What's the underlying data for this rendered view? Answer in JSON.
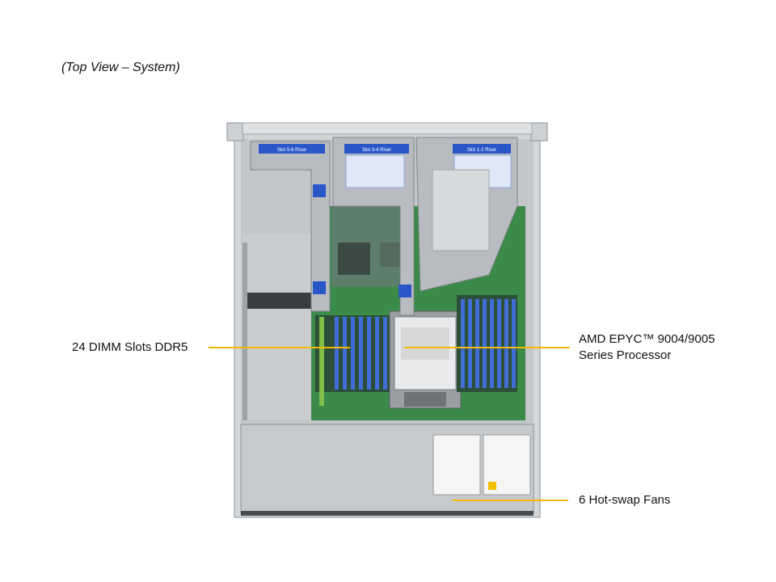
{
  "caption": "(Top View – System)",
  "callouts": {
    "dimm": "24 DIMM Slots DDR5",
    "cpu_line1": "AMD EPYC™ 9004/9005",
    "cpu_line2": "Series Processor",
    "fans": "6 Hot-swap Fans"
  },
  "riser_labels": {
    "left": "Slot 5-6 Riser",
    "middle": "Slot 3-4 Riser",
    "right": "Slot 1-2 Riser"
  },
  "colors": {
    "leader": "#f2b800",
    "dimm_blue": "#3f6fd6",
    "pcb_green": "#3a8a4a",
    "chassis_grey": "#bfc3c6"
  }
}
